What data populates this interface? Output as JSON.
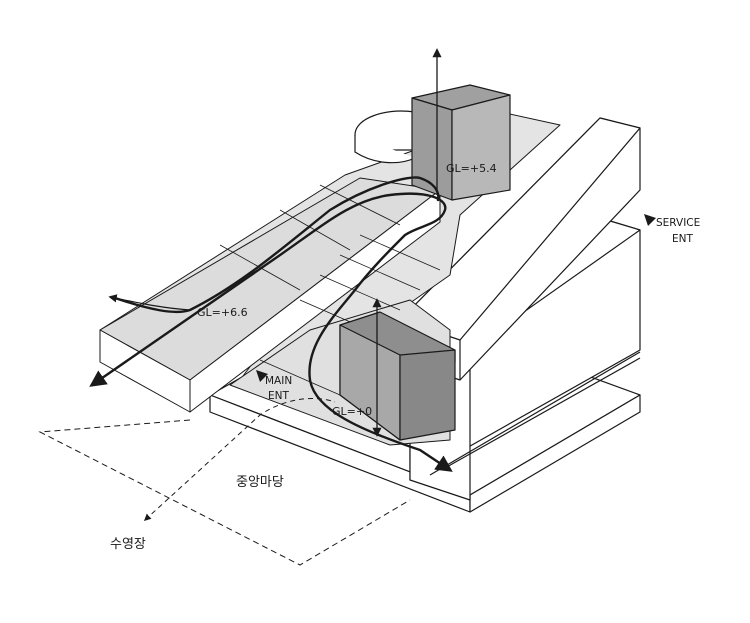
{
  "labels": {
    "gl_upper": "GL=+5.4",
    "gl_left": "GL=+6.6",
    "gl_ground": "GL=+0",
    "service_1": "SERVICE",
    "service_2": "ENT",
    "main_1": "MAIN",
    "main_2": "ENT",
    "plaza": "중앙마당",
    "pool": "수영장"
  },
  "colors": {
    "line": "#1a1a1a",
    "fill_light": "#e4e4e4",
    "fill_mid": "#c9c9c9",
    "fill_dark": "#9a9a9a",
    "fill_white": "#ffffff"
  }
}
